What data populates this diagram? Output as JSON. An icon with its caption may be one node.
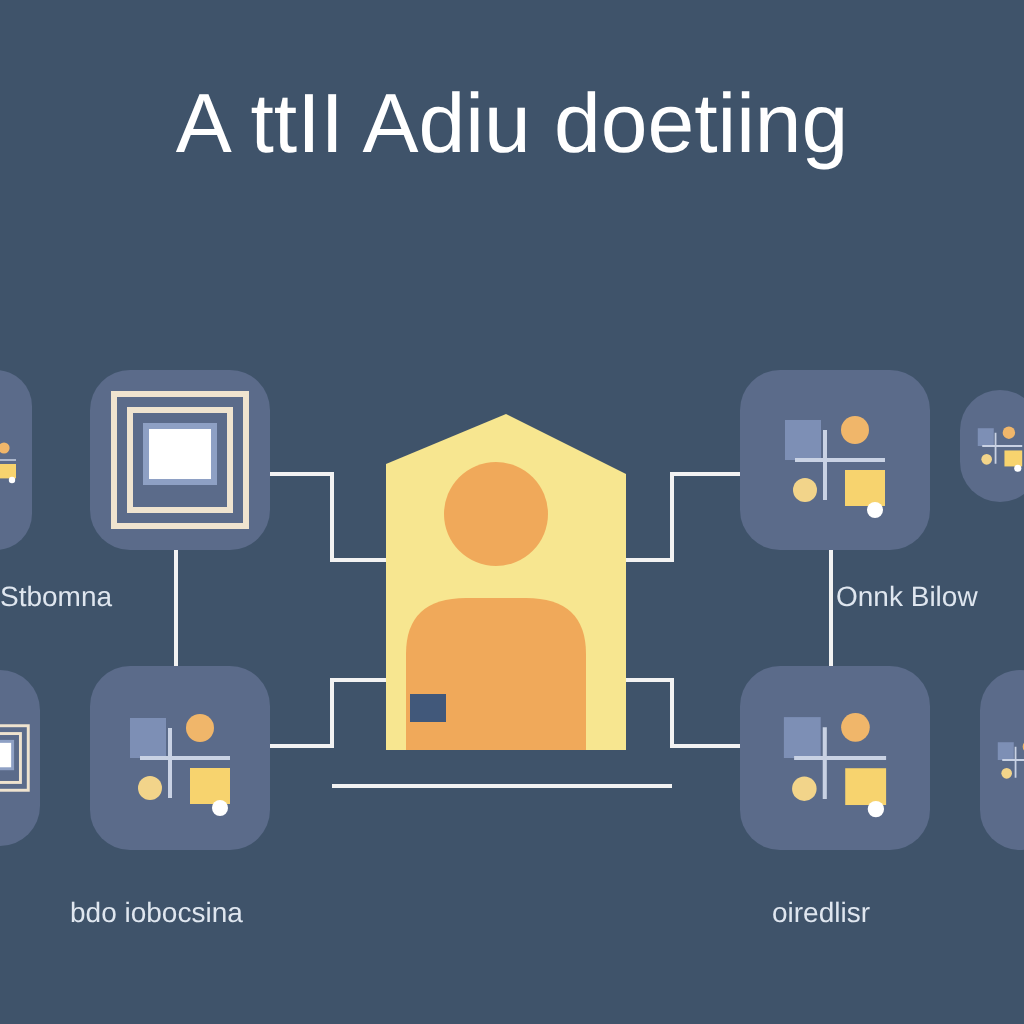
{
  "diagram": {
    "title": "A ttII Adiu doetiing",
    "nodes": [
      {
        "text": [],
        "shape": "picture"
      },
      {
        "text": [],
        "shape": "picture"
      },
      {
        "text": [],
        "shape": "picture"
      },
      {
        "text": [],
        "shape": "picture"
      },
      {
        "text": [],
        "shape": "picture"
      },
      {
        "text": [],
        "shape": "picture"
      },
      {
        "text": [],
        "shape": "picture"
      },
      {
        "text": [],
        "shape": "picture"
      },
      {
        "text": [],
        "shape": "picture"
      }
    ],
    "edges": [
      {
        "from": 1,
        "to": 2,
        "arrow": "none"
      },
      {
        "from": 6,
        "to": 2,
        "arrow": "none"
      },
      {
        "from": 1,
        "to": 6,
        "arrow": "none"
      },
      {
        "from": 2,
        "to": 3,
        "arrow": "none"
      },
      {
        "from": 2,
        "to": 7,
        "arrow": "none"
      },
      {
        "from": 3,
        "to": 7,
        "arrow": "none"
      }
    ],
    "labels": [
      "Stbomna",
      "Onnk Bilow",
      "bdo iobocsina",
      "oiredlisr"
    ]
  }
}
